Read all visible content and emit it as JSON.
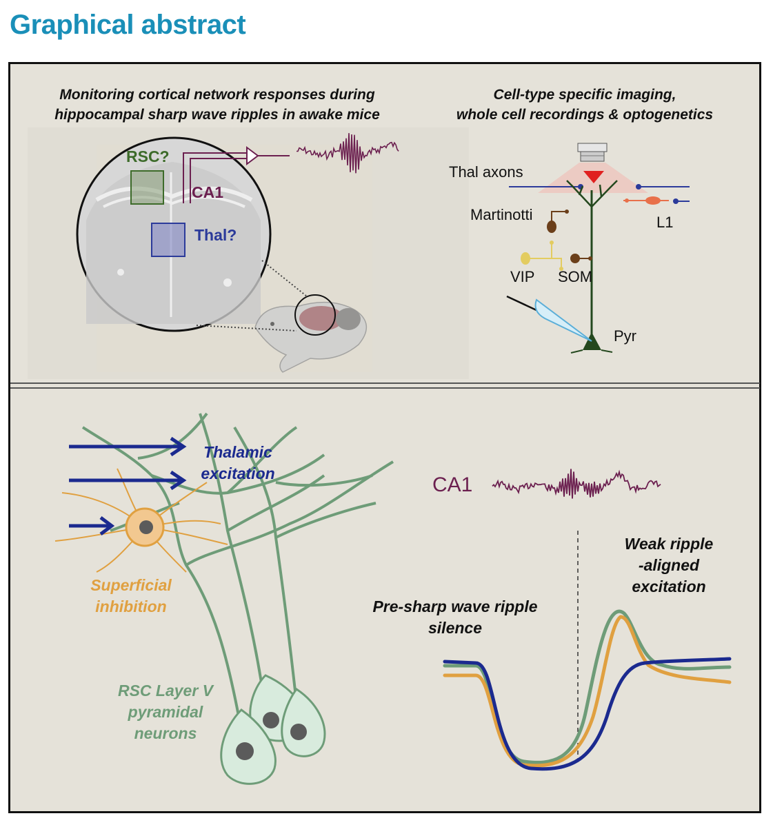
{
  "page": {
    "title": "Graphical abstract"
  },
  "top_left": {
    "heading_line1": "Monitoring cortical network responses during",
    "heading_line2": "hippocampal sharp wave ripples in awake mice",
    "rsc_label": "RSC?",
    "ca1_label": "CA1",
    "thal_label": "Thal?"
  },
  "top_right": {
    "heading_line1": "Cell-type specific imaging,",
    "heading_line2": "whole cell recordings & optogenetics",
    "thal_axons": "Thal axons",
    "martinotti": "Martinotti",
    "l1": "L1",
    "vip": "VIP",
    "som": "SOM",
    "pyr": "Pyr"
  },
  "bottom_left": {
    "thalamic_line1": "Thalamic",
    "thalamic_line2": "excitation",
    "superficial_line1": "Superficial",
    "superficial_line2": "inhibition",
    "rsc_line1": "RSC Layer V",
    "rsc_line2": "pyramidal",
    "rsc_line3": "neurons"
  },
  "bottom_right": {
    "ca1": "CA1",
    "weak_line1": "Weak ripple",
    "weak_line2": "-aligned",
    "weak_line3": "excitation",
    "pre_line1": "Pre-sharp wave ripple",
    "pre_line2": "silence"
  },
  "colors": {
    "title": "#1a8fb8",
    "ca1_trace": "#6b1f4f",
    "thalamic": "#1b2a8f",
    "superficial": "#e0a040",
    "pyramidal": "#6e9c78",
    "rsc_box": "#3d6b2a",
    "thal_box": "#2b3a9a"
  }
}
